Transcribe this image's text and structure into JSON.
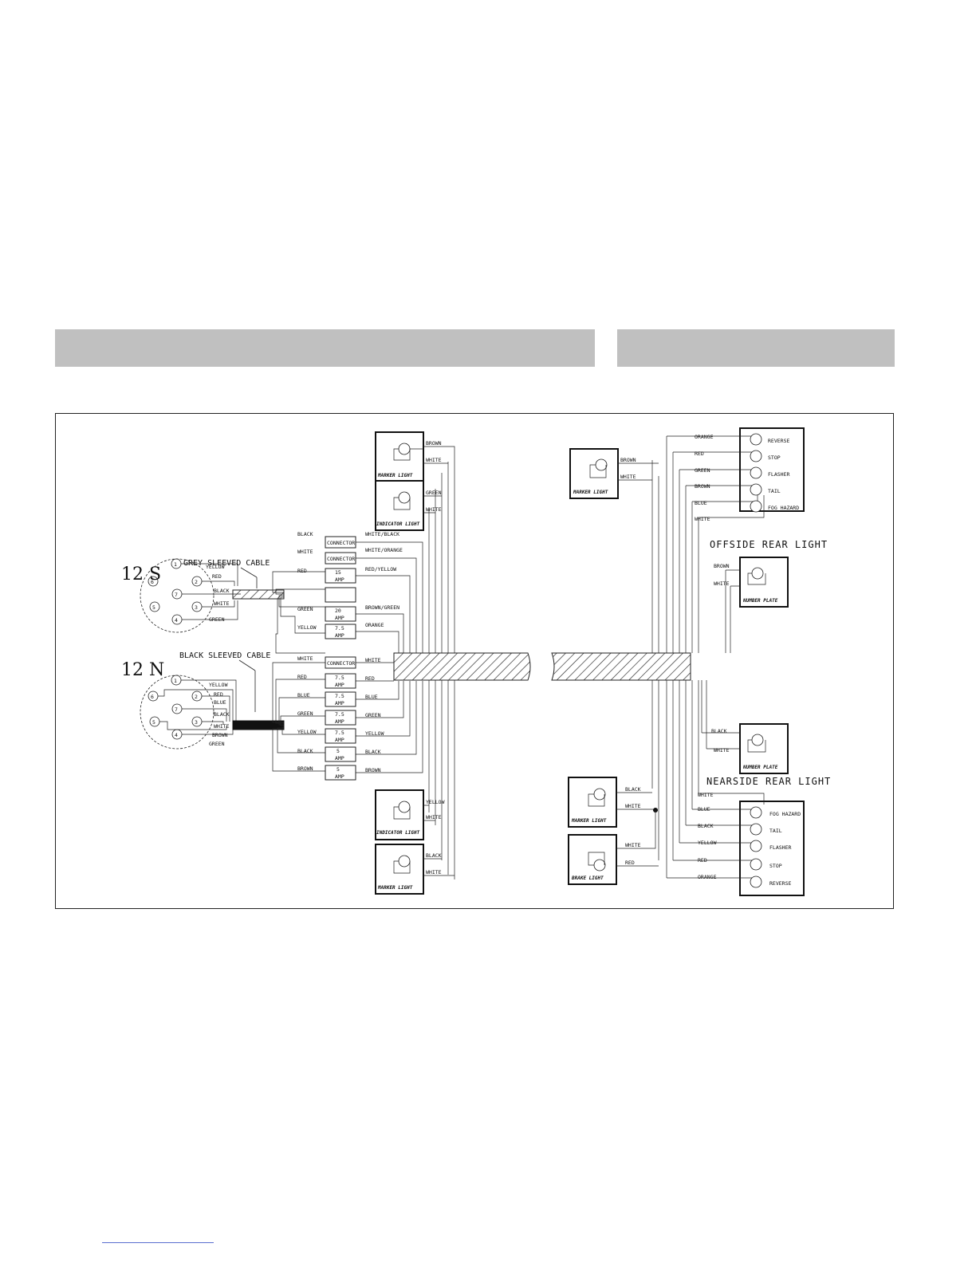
{
  "socket_12s": {
    "title": "12 S",
    "cable_label": "GREY SLEEVED CABLE",
    "pins": [
      "1",
      "6",
      "7",
      "2",
      "5",
      "3",
      "4"
    ],
    "wire_colors": [
      "YELLOW",
      "RED",
      "BLACK",
      "WHITE",
      "GREEN"
    ],
    "fuses": [
      {
        "in": "BLACK",
        "box": "CONNECTOR",
        "box2": "",
        "out": "WHITE/BLACK"
      },
      {
        "in": "WHITE",
        "box": "CONNECTOR",
        "box2": "",
        "out": "WHITE/ORANGE"
      },
      {
        "in": "RED",
        "box": "15",
        "box2": "AMP",
        "out": "RED/YELLOW"
      },
      {
        "in": "GREEN",
        "box": "20",
        "box2": "AMP",
        "out": "BROWN/GREEN"
      },
      {
        "in": "YELLOW",
        "box": "7.5",
        "box2": "AMP",
        "out": "ORANGE"
      }
    ]
  },
  "socket_12n": {
    "title": "12 N",
    "cable_label": "BLACK SLEEVED CABLE",
    "pins": [
      "1",
      "6",
      "2",
      "7",
      "5",
      "3",
      "4"
    ],
    "wire_colors": [
      "YELLOW",
      "RED",
      "BLUE",
      "BLACK",
      "WHITE",
      "BROWN",
      "GREEN"
    ],
    "fuses": [
      {
        "in": "WHITE",
        "box": "CONNECTOR",
        "box2": "",
        "out": "WHITE"
      },
      {
        "in": "RED",
        "box": "7.5",
        "box2": "AMP",
        "out": "RED"
      },
      {
        "in": "BLUE",
        "box": "7.5",
        "box2": "AMP",
        "out": "BLUE"
      },
      {
        "in": "GREEN",
        "box": "7.5",
        "box2": "AMP",
        "out": "GREEN"
      },
      {
        "in": "YELLOW",
        "box": "7.5",
        "box2": "AMP",
        "out": "YELLOW"
      },
      {
        "in": "BLACK",
        "box": "5",
        "box2": "AMP",
        "out": "BLACK"
      },
      {
        "in": "BROWN",
        "box": "5",
        "box2": "AMP",
        "out": "BROWN"
      }
    ]
  },
  "left_lamps": [
    {
      "label": "MARKER LIGHT",
      "w1": "BROWN",
      "w2": "WHITE"
    },
    {
      "label": "INDICATOR LIGHT",
      "w1": "GREEN",
      "w2": "WHITE"
    },
    {
      "label": "INDICATOR LIGHT",
      "w1": "YELLOW",
      "w2": "WHITE"
    },
    {
      "label": "MARKER LIGHT",
      "w1": "BLACK",
      "w2": "WHITE"
    }
  ],
  "right_lamps": [
    {
      "label": "MARKER LIGHT",
      "w1": "BROWN",
      "w2": "WHITE"
    },
    {
      "label": "MARKER LIGHT",
      "w1": "BLACK",
      "w2": "WHITE"
    },
    {
      "label": "BRAKE LIGHT",
      "w1": "WHITE",
      "w2": "RED"
    }
  ],
  "offside": {
    "title": "OFFSIDE REAR LIGHT",
    "wires": [
      "ORANGE",
      "RED",
      "GREEN",
      "BROWN",
      "BLUE",
      "WHITE"
    ],
    "functions": [
      "REVERSE",
      "STOP",
      "FLASHER",
      "TAIL",
      "FOG HAZARD"
    ]
  },
  "nearside": {
    "title": "NEARSIDE REAR LIGHT",
    "wires": [
      "WHITE",
      "BLUE",
      "BLACK",
      "YELLOW",
      "RED",
      "ORANGE"
    ],
    "functions": [
      "FOG HAZARD",
      "TAIL",
      "FLASHER",
      "STOP",
      "REVERSE"
    ]
  },
  "number_plates": [
    {
      "label": "NUMBER PLATE",
      "w1": "BROWN",
      "w2": "WHITE"
    },
    {
      "label": "NUMBER PLATE",
      "w1": "BLACK",
      "w2": "WHITE"
    }
  ]
}
